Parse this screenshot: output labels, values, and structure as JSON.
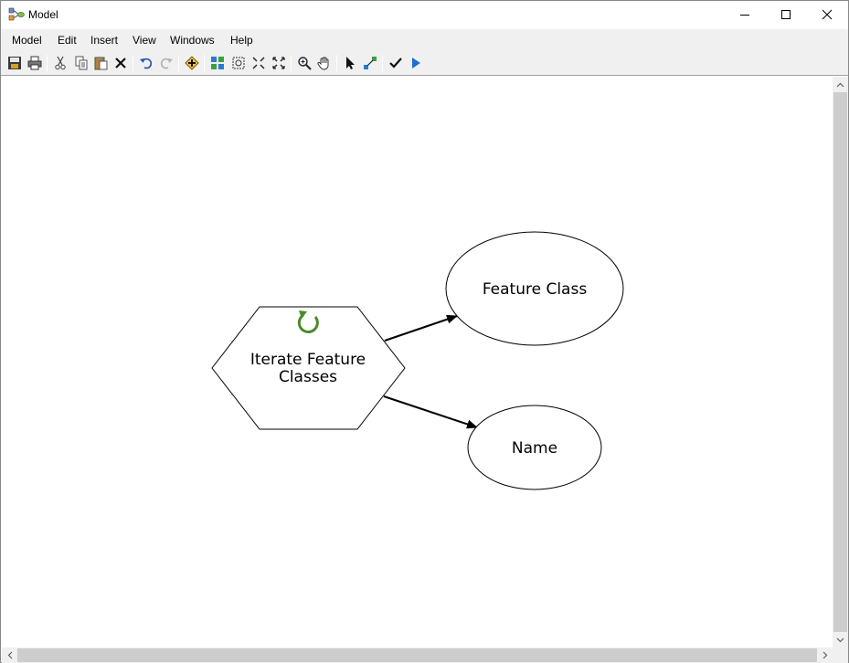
{
  "window": {
    "title": "Model",
    "icon": "model-builder-icon"
  },
  "window_controls": {
    "minimize": "minimize-icon",
    "maximize": "maximize-icon",
    "close": "close-icon"
  },
  "menu": [
    {
      "label": "Model"
    },
    {
      "label": "Edit"
    },
    {
      "label": "Insert"
    },
    {
      "label": "View"
    },
    {
      "label": "Windows"
    },
    {
      "label": "Help"
    }
  ],
  "toolbar": [
    "save-icon",
    "print-icon",
    "cut-icon",
    "copy-icon",
    "paste-icon",
    "delete-icon",
    "undo-icon",
    "redo-icon",
    "add-data-icon",
    "auto-layout-icon",
    "full-extent-icon",
    "zoom-in-fixed-icon",
    "zoom-out-fixed-icon",
    "zoom-icon",
    "pan-icon",
    "select-icon",
    "connect-icon",
    "validate-icon",
    "run-icon"
  ],
  "diagram": {
    "iterator": {
      "label_line1": "Iterate Feature",
      "label_line2": "Classes",
      "icon": "iterate-icon",
      "color": "#4a8a2a"
    },
    "outputs": [
      {
        "label": "Feature Class"
      },
      {
        "label": "Name"
      }
    ]
  },
  "colors": {
    "chrome": "#f0f0f0",
    "scroll_thumb": "#cdcdcd",
    "iterate_green": "#4a8a2a",
    "run_blue": "#1e6fd0"
  }
}
